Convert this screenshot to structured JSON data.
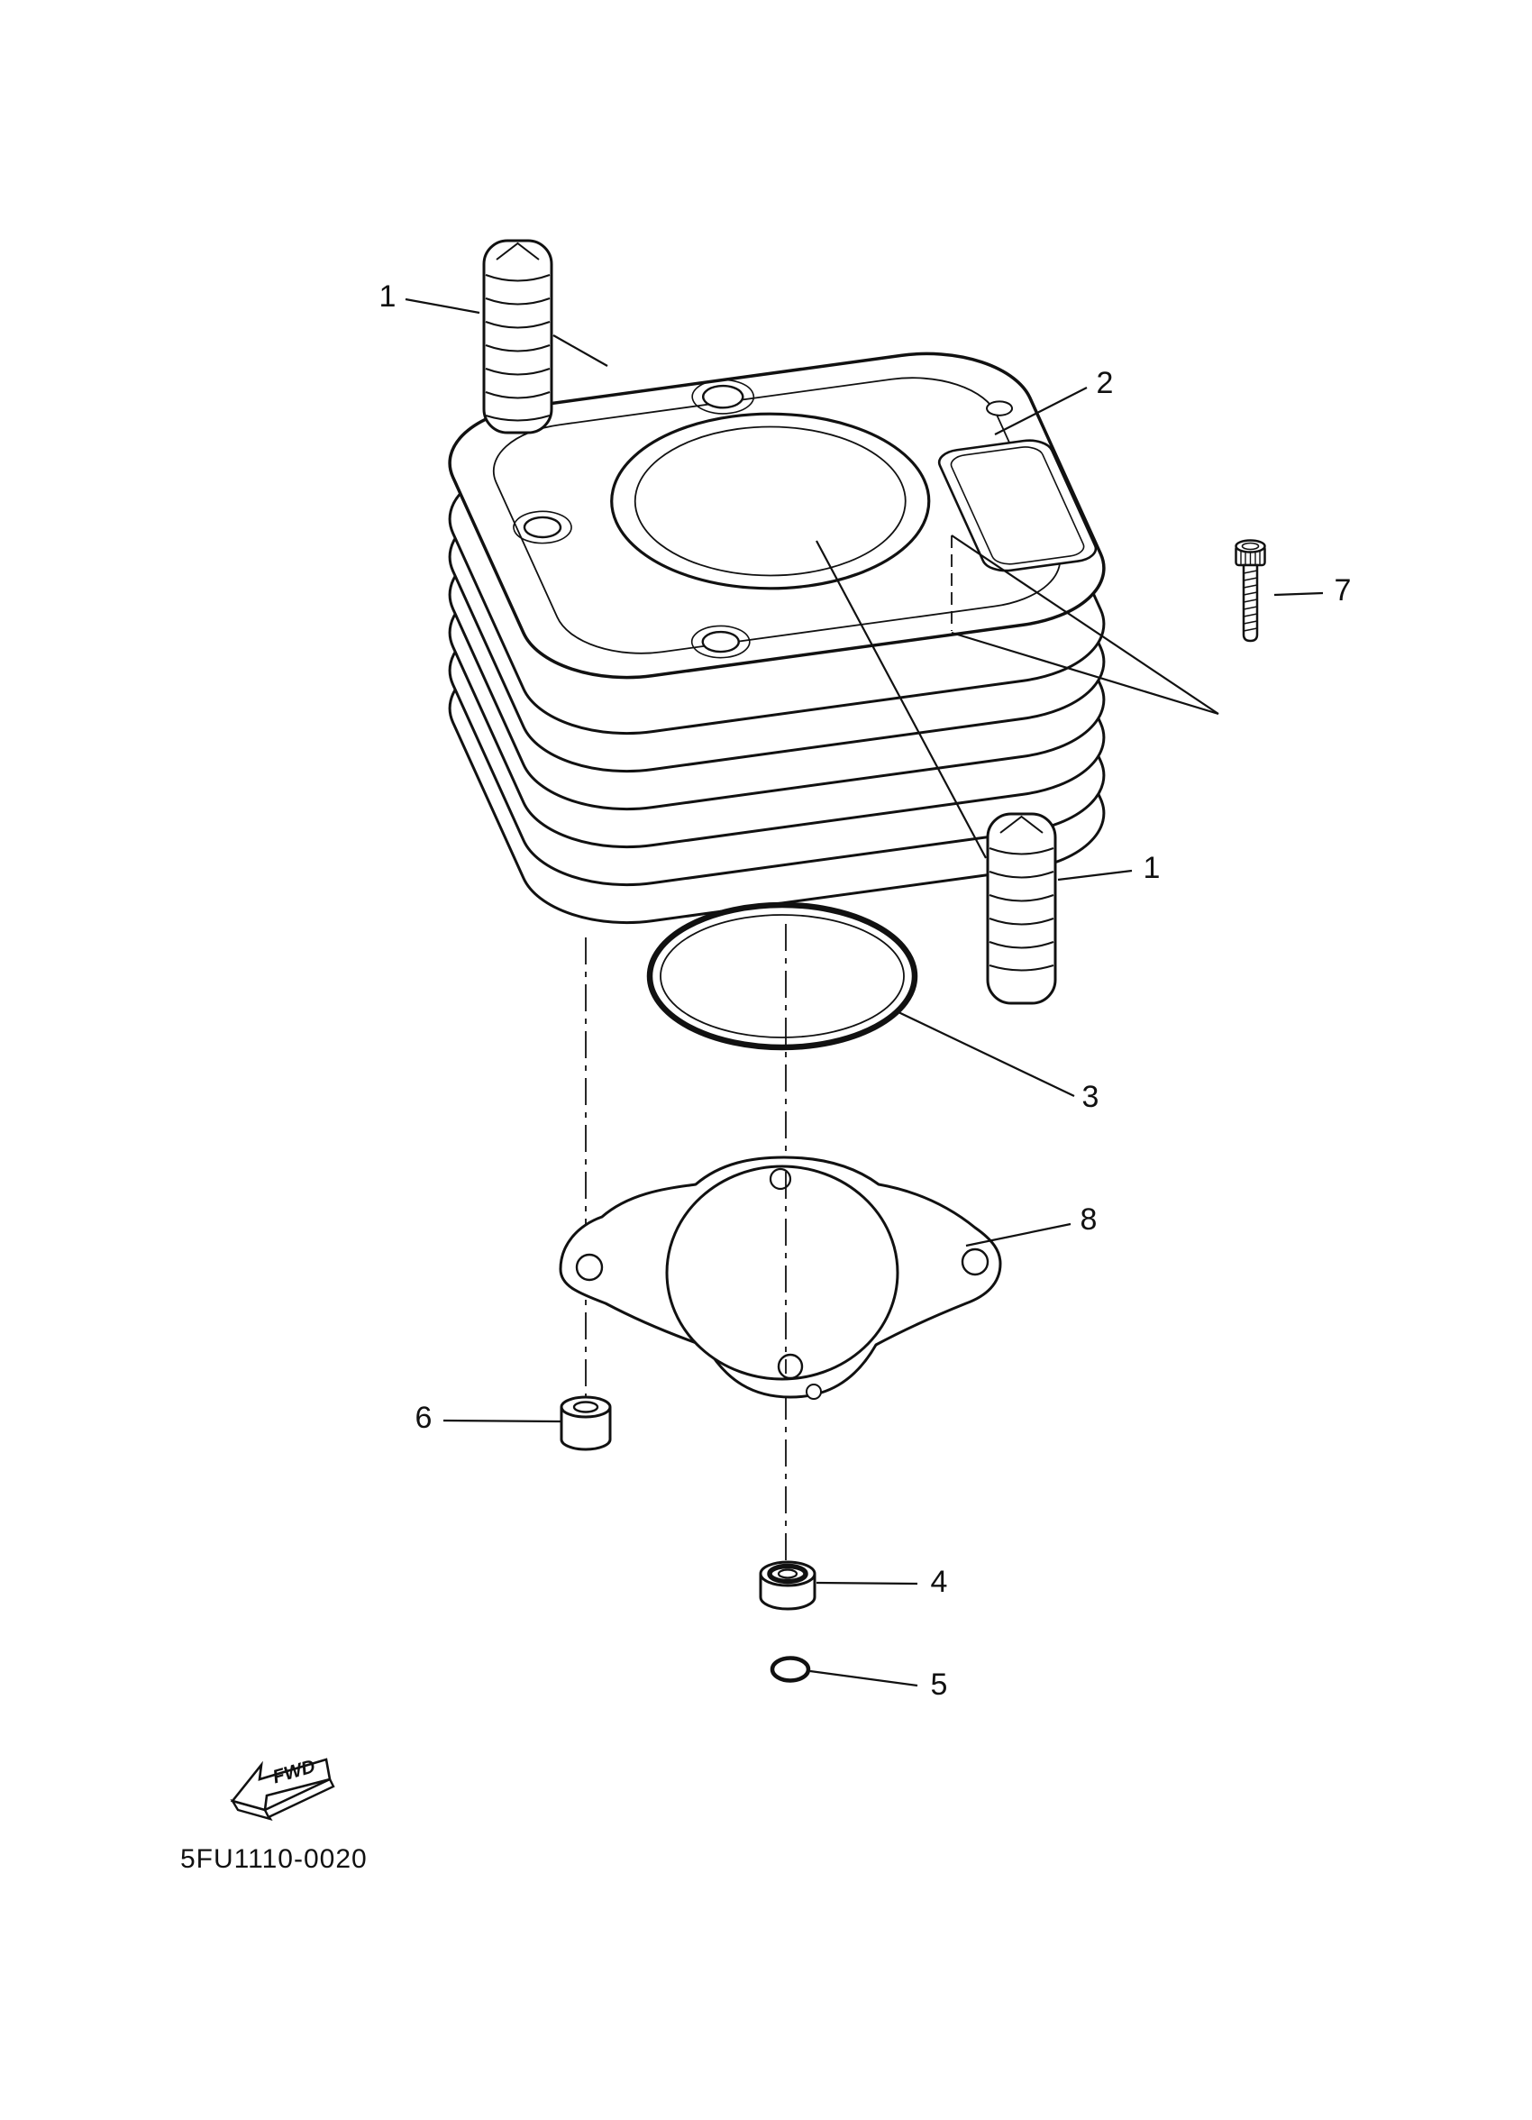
{
  "meta": {
    "background_color": "#ffffff",
    "line_color": "#111111"
  },
  "diagram": {
    "drawing_code": "5FU1110-0020",
    "fwd_label": "FWD",
    "callouts": {
      "stud_top": "1",
      "cylinder": "2",
      "oring_large": "3",
      "damper": "4",
      "oring_small": "5",
      "collar": "6",
      "bolt": "7",
      "gasket": "8",
      "stud_right": "1"
    }
  }
}
